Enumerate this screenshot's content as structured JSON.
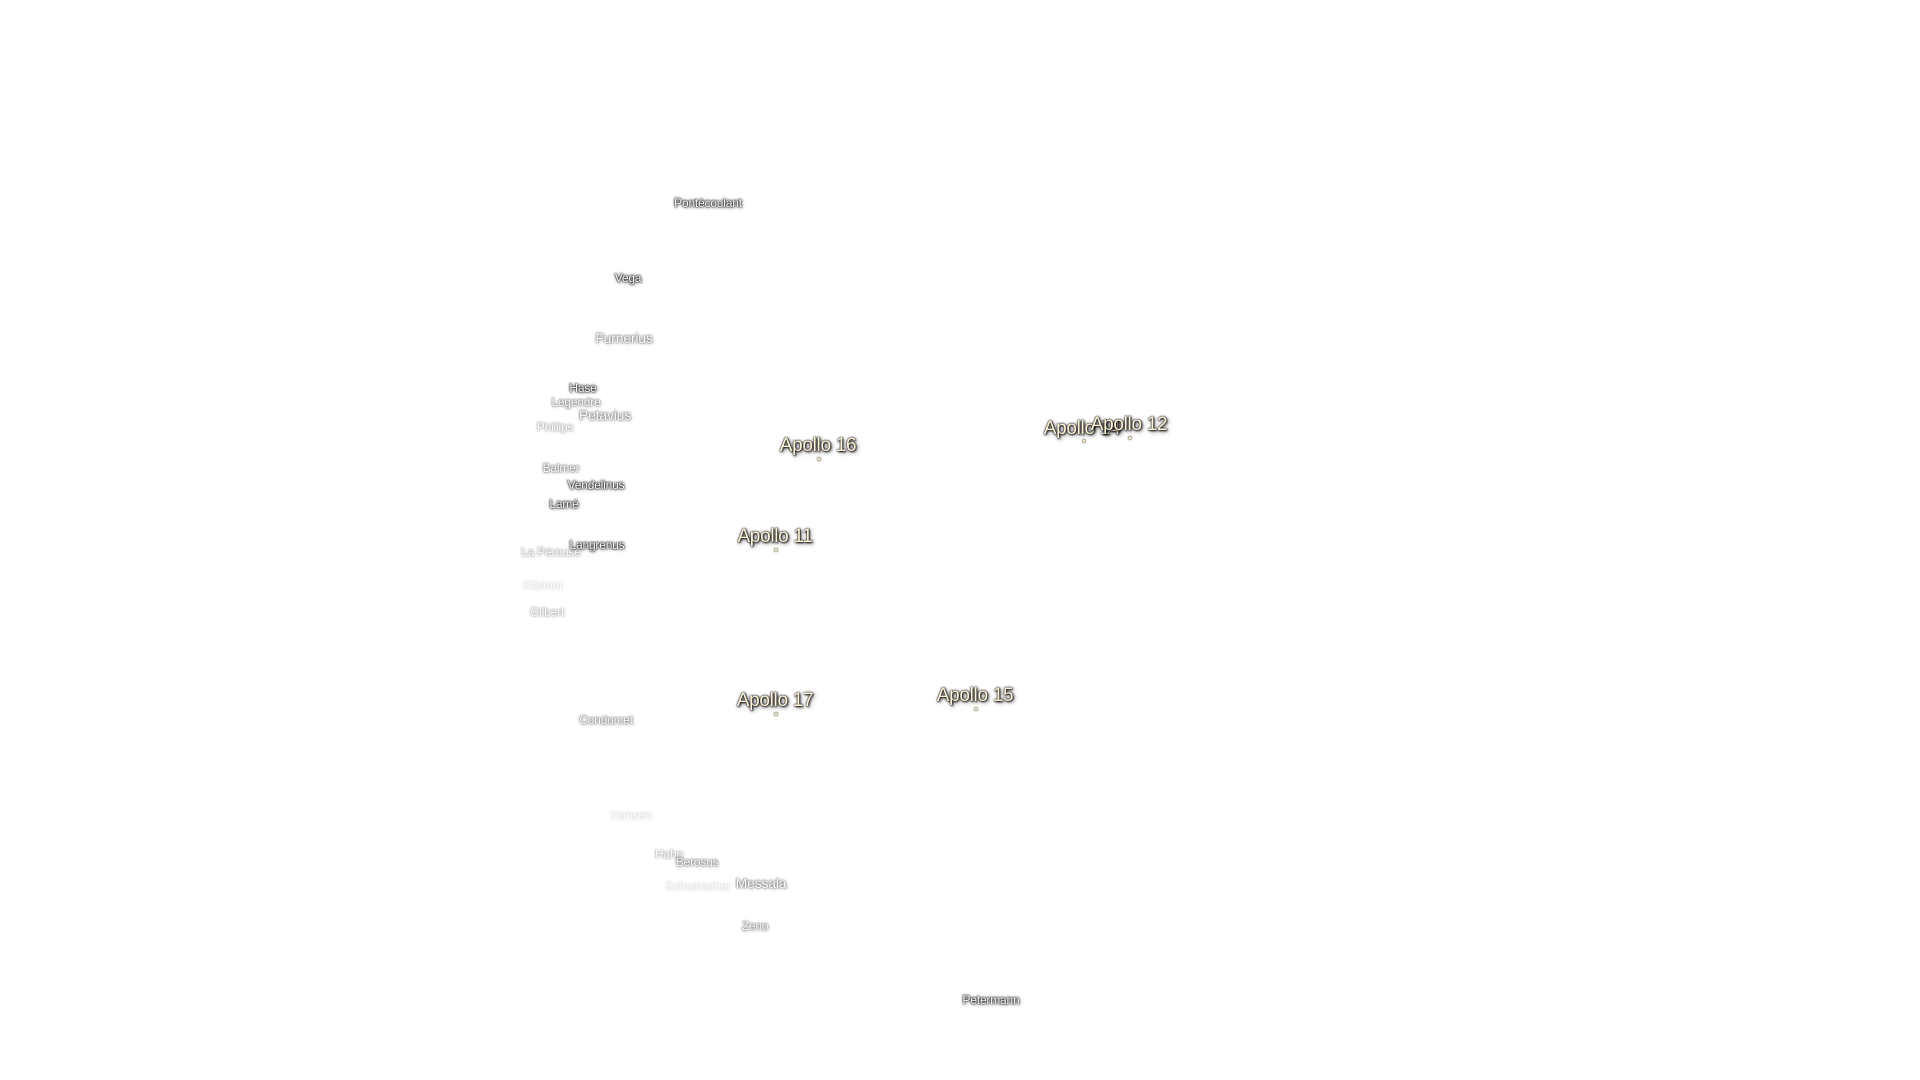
{
  "map": {
    "crater_labels": [
      {
        "name": "Pontécoulant"
      },
      {
        "name": "Vega"
      },
      {
        "name": "Furnerius"
      },
      {
        "name": "Hase"
      },
      {
        "name": "Legendre"
      },
      {
        "name": "Petavius"
      },
      {
        "name": "Phillips"
      },
      {
        "name": "Balmer"
      },
      {
        "name": "Vendelinus"
      },
      {
        "name": "Lamé"
      },
      {
        "name": "Langrenus"
      },
      {
        "name": "La Pérouse"
      },
      {
        "name": "Kästner"
      },
      {
        "name": "Gilbert"
      },
      {
        "name": "Condorcet"
      },
      {
        "name": "Hansen"
      },
      {
        "name": "Hahn"
      },
      {
        "name": "Berosus"
      },
      {
        "name": "Messala"
      },
      {
        "name": "Schumacher"
      },
      {
        "name": "Zeno"
      },
      {
        "name": "Petermann"
      }
    ],
    "landing_sites": [
      {
        "name": "Apollo 16"
      },
      {
        "name": "Apollo 14"
      },
      {
        "name": "Apollo 12"
      },
      {
        "name": "Apollo 11"
      },
      {
        "name": "Apollo 17"
      },
      {
        "name": "Apollo 15"
      }
    ]
  }
}
